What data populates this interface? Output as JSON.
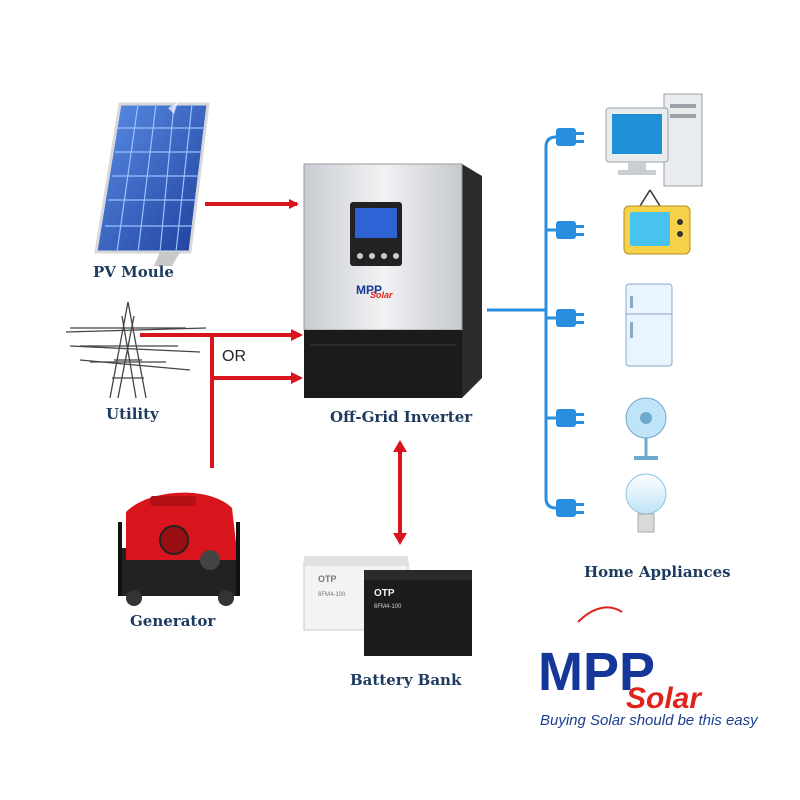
{
  "diagram": {
    "nodes": {
      "pv": {
        "label": "PV Moule",
        "icon": "solar-panel-icon"
      },
      "utility": {
        "label": "Utility",
        "icon": "power-tower-icon"
      },
      "generator": {
        "label": "Generator",
        "icon": "generator-icon"
      },
      "inverter": {
        "label": "Off-Grid Inverter",
        "icon": "inverter-icon",
        "badge_main": "MPP",
        "badge_sub": "Solar"
      },
      "battery": {
        "label": "Battery Bank",
        "icon": "battery-icon",
        "front_brand": "OTP",
        "back_brand": "OTP",
        "front_model": "6FM4-100",
        "back_model": "6FM4-100"
      },
      "appliances": {
        "label": "Home Appliances",
        "items": [
          "computer-icon",
          "tv-icon",
          "fridge-icon",
          "fan-icon",
          "light-bulb-icon"
        ]
      }
    },
    "connectors": {
      "or_label": "OR",
      "input_color": "#d8141c",
      "output_color": "#2a8ee0"
    }
  },
  "logo": {
    "main": "MPP",
    "sub": "Solar",
    "tagline": "Buying Solar should be this easy",
    "blue": "#16379a",
    "red": "#e0241c"
  }
}
